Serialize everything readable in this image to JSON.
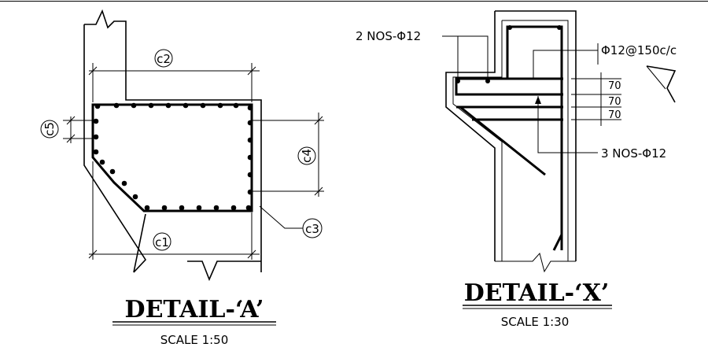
{
  "detail_a": {
    "tags": {
      "c1": "c1",
      "c2": "c2",
      "c3": "c3",
      "c4": "c4",
      "c5": "c5"
    },
    "title": "DETAIL-‘A’",
    "scale": "SCALE 1:50"
  },
  "detail_x": {
    "label_top_bars": "2 NOS-Φ12",
    "label_stirrup": "Φ12@150c/c",
    "label_bottom_bars": "3 NOS-Φ12",
    "spacing_1": "70",
    "spacing_2": "70",
    "spacing_3": "70",
    "title": "DETAIL-‘X’",
    "scale": "SCALE 1:30"
  }
}
